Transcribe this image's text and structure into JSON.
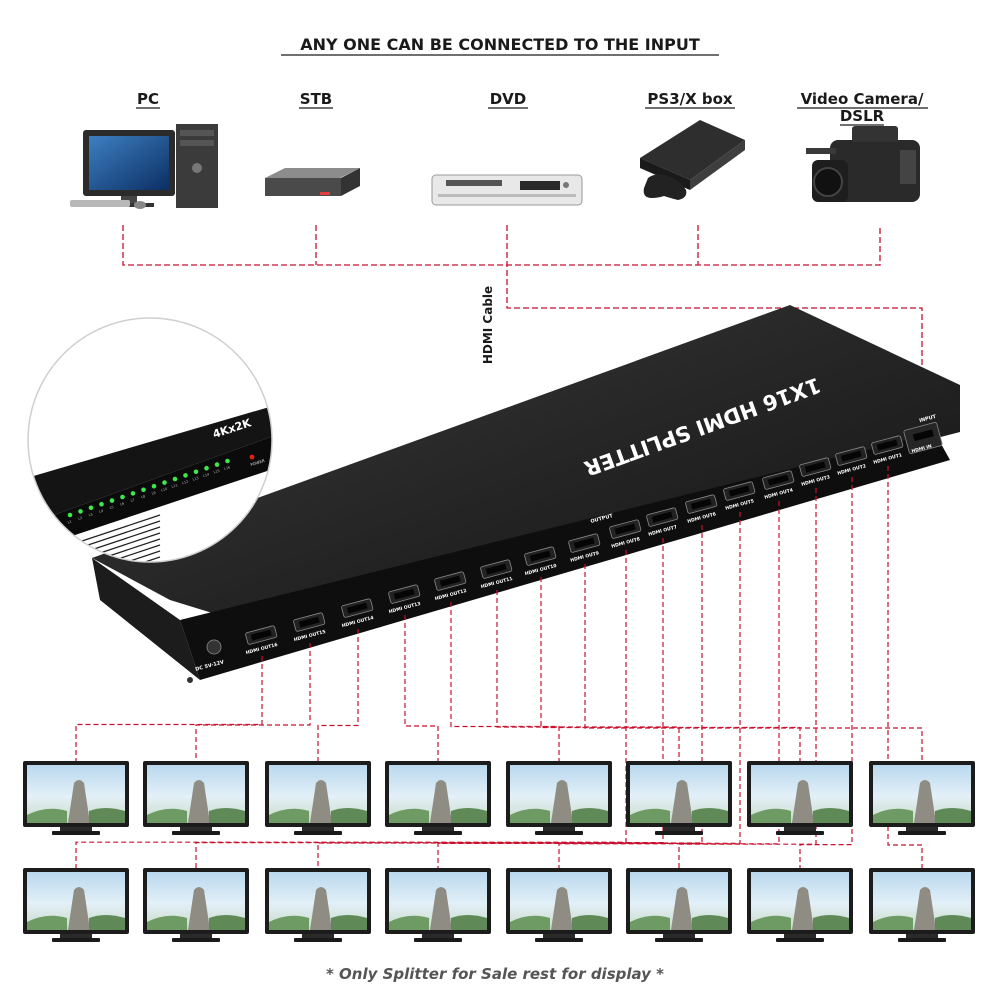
{
  "header": {
    "title": "ANY ONE CAN BE CONNECTED TO THE INPUT"
  },
  "sources": [
    {
      "label": "PC",
      "icon": "pc-icon"
    },
    {
      "label": "STB",
      "icon": "stb-icon"
    },
    {
      "label": "DVD",
      "icon": "dvd-player-icon"
    },
    {
      "label": "PS3/X box",
      "icon": "game-console-icon"
    },
    {
      "label": "Video Camera/",
      "label2": "DSLR",
      "icon": "video-camera-icon"
    }
  ],
  "cable_label": "HDMI Cable",
  "splitter": {
    "name": "1X16 HDMI SPLITTER",
    "output_caption": "OUTPUT",
    "input_caption": "INPUT",
    "input_port": "HDMI IN",
    "power_jack": "DC 5V-12V",
    "ports_front": [
      "HDMI OUT16",
      "HDMI OUT15",
      "HDMI OUT14",
      "HDMI OUT13",
      "HDMI OUT12",
      "HDMI OUT11",
      "HDMI OUT10",
      "HDMI OUT9"
    ],
    "ports_back": [
      "HDMI OUT8",
      "HDMI OUT7",
      "HDMI OUT6",
      "HDMI OUT5",
      "HDMI OUT4",
      "HDMI OUT3",
      "HDMI OUT2",
      "HDMI OUT1"
    ]
  },
  "zoom": {
    "resolution": "4Kx2K",
    "power_label": "POWER",
    "leds": [
      "L1",
      "L2",
      "L3",
      "L4",
      "L5",
      "L6",
      "L7",
      "L8",
      "L9",
      "L10",
      "L11",
      "L12",
      "L13",
      "L14",
      "L15",
      "L16"
    ]
  },
  "displays": {
    "rows": 2,
    "per_row": 8
  },
  "footer": {
    "note": "* Only Splitter for Sale rest for display *"
  },
  "colors": {
    "line": "#c8102e",
    "device": "#1a1a1a",
    "text": "#1a1a1a"
  }
}
